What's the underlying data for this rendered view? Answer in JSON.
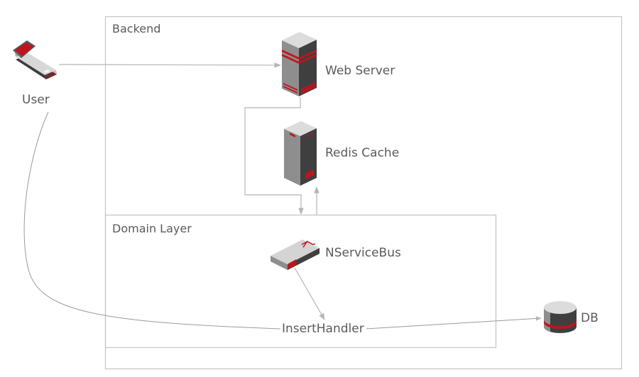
{
  "containers": {
    "backend": {
      "label": "Backend"
    },
    "domain_layer": {
      "label": "Domain Layer"
    }
  },
  "nodes": {
    "user": {
      "label": "User",
      "icon": "laptop-icon"
    },
    "web_server": {
      "label": "Web Server",
      "icon": "server-tower-icon"
    },
    "redis_cache": {
      "label": "Redis Cache",
      "icon": "server-tower-icon"
    },
    "nservicebus": {
      "label": "NServiceBus",
      "icon": "service-bus-icon"
    },
    "insert_handler": {
      "label": "InsertHandler"
    },
    "db": {
      "label": "DB",
      "icon": "database-icon"
    }
  },
  "edges": [
    {
      "from": "User",
      "to": "Web Server"
    },
    {
      "from": "Web Server",
      "to": "Domain Layer"
    },
    {
      "from": "Domain Layer",
      "to": "Redis Cache"
    },
    {
      "from": "NServiceBus",
      "to": "InsertHandler"
    },
    {
      "from": "User",
      "to": "InsertHandler"
    },
    {
      "from": "InsertHandler",
      "to": "DB"
    }
  ],
  "colors": {
    "accent": "#c0141c",
    "line": "#b5b5b5",
    "dark": "#3d3d3d",
    "mid": "#8c8c8c",
    "light": "#d9d9d9"
  }
}
